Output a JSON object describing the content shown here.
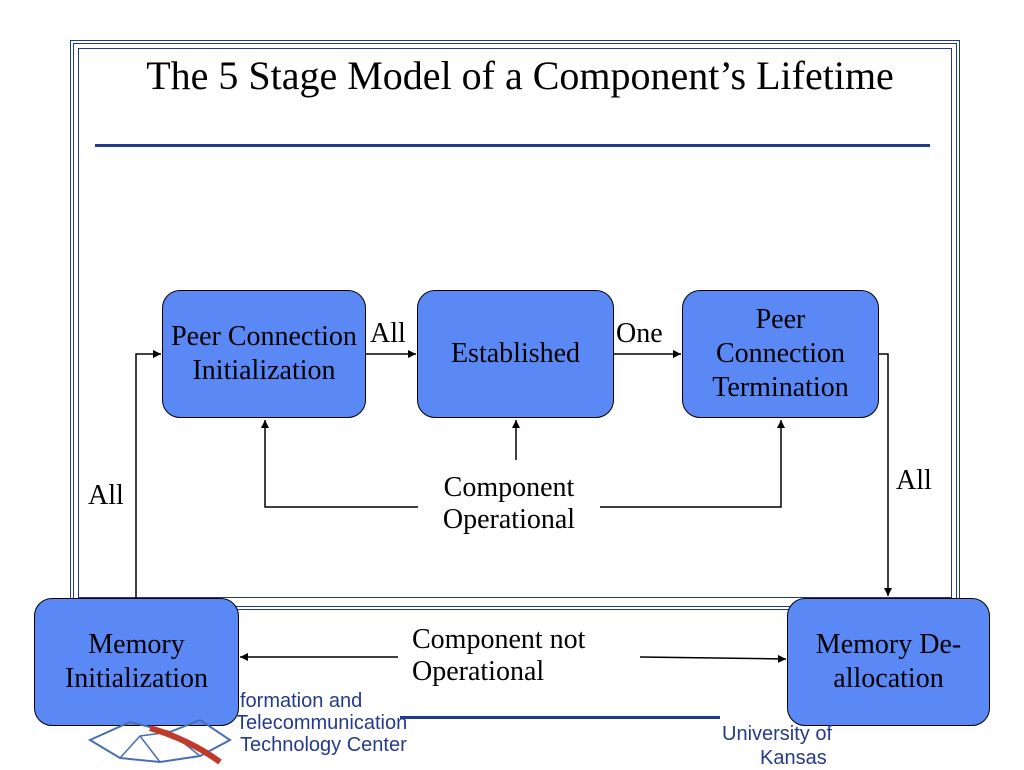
{
  "title": "The 5 Stage Model of a Component’s Lifetime",
  "nodes": {
    "peer_init": "Peer Connection Initialization",
    "established": "Established",
    "peer_term": "Peer Connection Termination",
    "mem_init": "Memory Initialization",
    "mem_dealloc": "Memory De-allocation"
  },
  "edge_labels": {
    "init_to_established": "All",
    "established_to_term": "One",
    "term_to_dealloc": "All",
    "mem_init_to_peer_init": "All",
    "component_operational": "Component Operational",
    "component_not_operational": "Component not Operational"
  },
  "footer": {
    "logo_lines": [
      "formation and",
      "Telecommunication",
      "Technology Center"
    ],
    "university": [
      "University of",
      "Kansas"
    ]
  },
  "colors": {
    "node_fill": "#5a88f5",
    "accent": "#1f3a8a"
  }
}
